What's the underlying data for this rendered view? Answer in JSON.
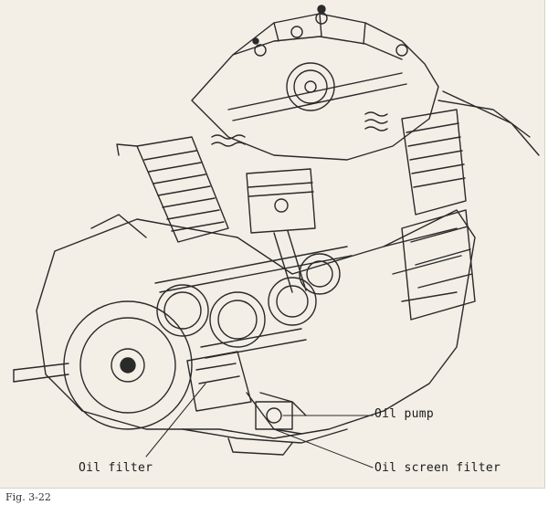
{
  "labels": {
    "oil_pump": "Oil pump",
    "oil_filter": "Oil filter",
    "oil_screen_filter": "Oil screen filter"
  },
  "caption": "Fig. 3-22",
  "colors": {
    "paper": "#f3efe6",
    "ink": "#2a2a2a"
  }
}
